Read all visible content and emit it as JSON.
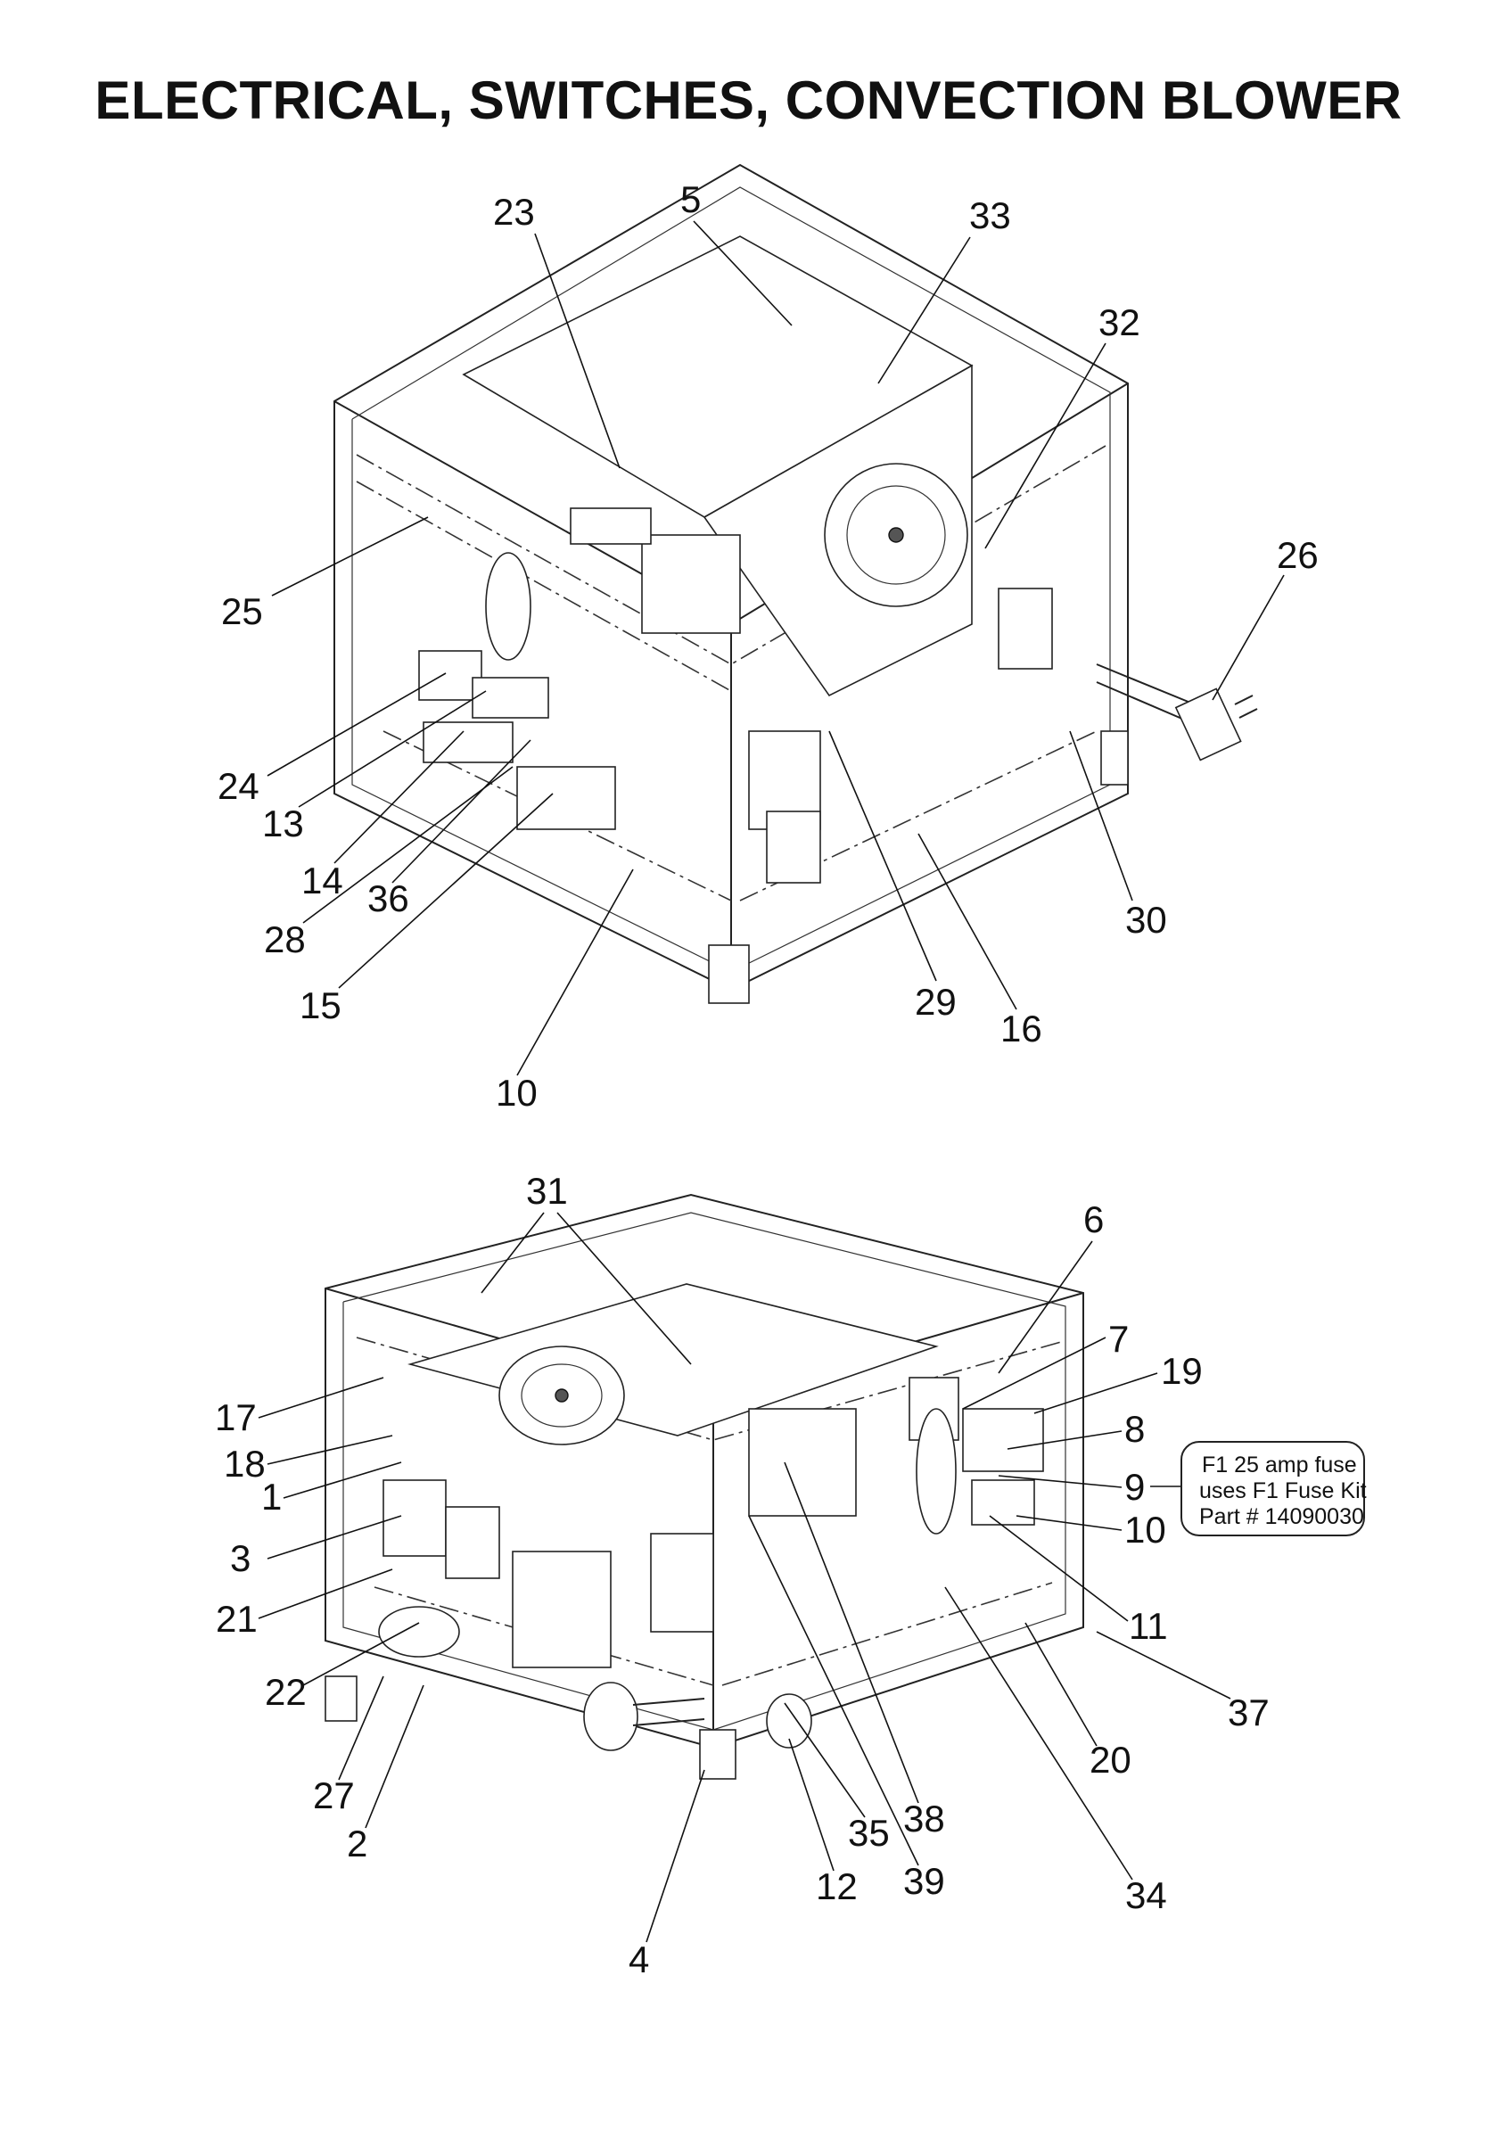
{
  "title": "ELECTRICAL, SWITCHES, CONVECTION BLOWER",
  "top_view": {
    "callouts": [
      "23",
      "5",
      "33",
      "32",
      "26",
      "25",
      "24",
      "13",
      "14",
      "36",
      "28",
      "15",
      "10",
      "29",
      "16",
      "30"
    ]
  },
  "bottom_view": {
    "callouts": [
      "31",
      "6",
      "7",
      "19",
      "8",
      "9",
      "10",
      "11",
      "17",
      "18",
      "1",
      "3",
      "21",
      "22",
      "27",
      "2",
      "4",
      "12",
      "35",
      "39",
      "38",
      "34",
      "20",
      "37"
    ]
  },
  "fuse_note": {
    "line1": "F1 25 amp fuse",
    "line2": "uses F1 Fuse Kit",
    "line3": "Part # 14090030"
  }
}
